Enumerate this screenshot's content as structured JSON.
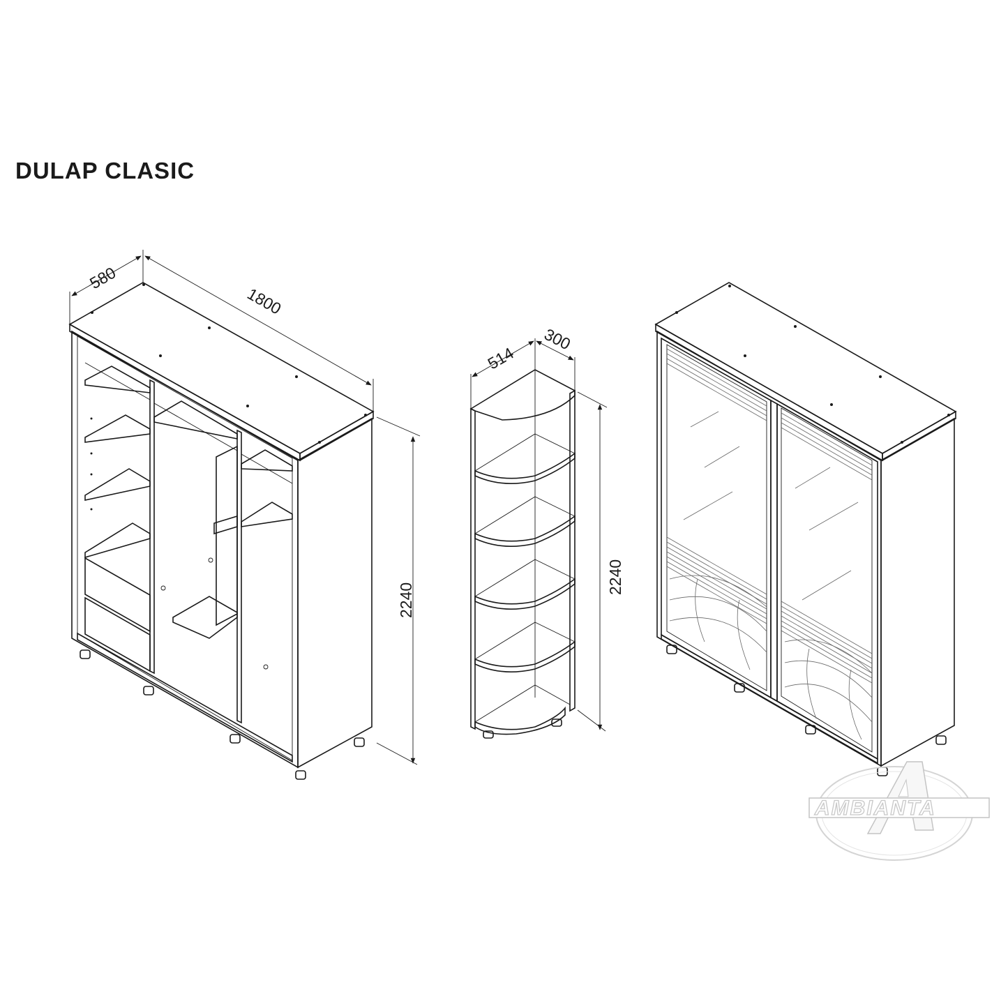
{
  "title": "DULAP CLASIC",
  "dimensions": {
    "wardrobe_depth": "580",
    "wardrobe_width": "1800",
    "wardrobe_height": "2240",
    "corner_width": "514",
    "corner_depth": "300",
    "corner_height": "2240"
  },
  "watermark": {
    "brand": "AMBIANTA"
  }
}
